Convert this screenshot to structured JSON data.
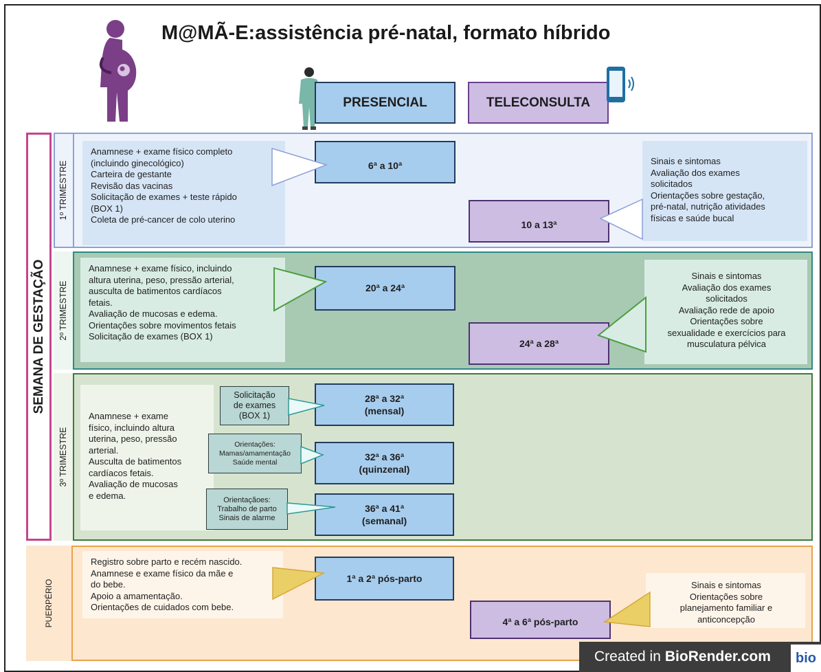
{
  "title": "M@MÃ-E:assistência pré-natal, formato híbrido",
  "headers": {
    "presencial": "PRESENCIAL",
    "teleconsulta": "TELECONSULTA"
  },
  "side_label": "SEMANA DE GESTAÇÃO",
  "colors": {
    "presencial_fill": "#a7cdee",
    "teleconsulta_fill": "#cdbde3",
    "t1": "#eaf1fb",
    "t2": "#a8c9b2",
    "t3": "#d6e4cf",
    "puerperio": "#fde7ce",
    "side_border": "#c4458c"
  },
  "t1": {
    "label": "1º TRIMESTRE",
    "left_lines": [
      "Anamnese + exame físico  completo",
      "(incluindo ginecológico)",
      "Carteira de gestante",
      "Revisão das vacinas",
      "Solicitação de exames + teste rápido",
      "(BOX 1)",
      "Coleta de pré-cancer de colo uterino"
    ],
    "presencial": "6ª a 10ª",
    "teleconsulta": "10 a 13ª",
    "right_lines": [
      "Sinais e sintomas",
      "Avaliação dos exames",
      "solicitados",
      "Orientações sobre gestação,",
      "pré-natal, nutrição atividades",
      "físicas e saúde bucal"
    ]
  },
  "t2": {
    "label": "2º TRIMESTRE",
    "left_lines": [
      "Anamnese + exame físico, incluindo",
      "altura uterina, peso, pressão arterial,",
      "ausculta de batimentos cardíacos",
      "fetais.",
      "Avaliação de mucosas e edema.",
      "Orientações sobre movimentos fetais",
      "Solicitação de exames (BOX 1)"
    ],
    "presencial": "20ª a 24ª",
    "teleconsulta": "24ª a 28ª",
    "right_lines": [
      "Sinais e sintomas",
      "Avaliação dos exames",
      "solicitados",
      "Avaliação rede de apoio",
      "Orientações sobre",
      "sexualidade e exercícios para",
      "musculatura pélvica"
    ]
  },
  "t3": {
    "label": "3º TRIMESTRE",
    "left_lines": [
      "Anamnese + exame",
      "físico, incluindo altura",
      "uterina, peso, pressão",
      "arterial.",
      "Ausculta de batimentos",
      "cardíacos fetais.",
      "Avaliação de mucosas",
      "e edema."
    ],
    "boxes": [
      {
        "mini": [
          "Solicitação",
          "de exames",
          "(BOX 1)"
        ],
        "line1": "28ª a 32ª",
        "line2": "(mensal)"
      },
      {
        "mini": [
          "Orientações:",
          "Mamas/amamentação",
          "Saúde mental"
        ],
        "line1": "32ª a 36ª",
        "line2": "(quinzenal)"
      },
      {
        "mini": [
          "Orientaçãoes:",
          "Trabalho  de parto",
          "Sinais de alarme"
        ],
        "line1": "36ª a 41ª",
        "line2": "(semanal)"
      }
    ]
  },
  "puerperio": {
    "label": "PUERPÉRIO",
    "left_lines": [
      "Registro sobre parto e recém nascido.",
      "Anamnese e exame físico da  mãe e",
      "do bebe.",
      "Apoio a amamentação.",
      "Orientações de cuidados com bebe."
    ],
    "presencial": "1ª a 2ª pós-parto",
    "teleconsulta": "4ª a 6ª pós-parto",
    "right_lines": [
      "Sinais e sintomas",
      "Orientações sobre",
      "planejamento familiar e",
      "anticoncepção"
    ]
  },
  "watermark": {
    "prefix": "Created in",
    "brand": "BioRender.com",
    "logo": "bio"
  },
  "icons": [
    "pregnant-woman-icon",
    "doctor-icon",
    "smartphone-icon"
  ]
}
